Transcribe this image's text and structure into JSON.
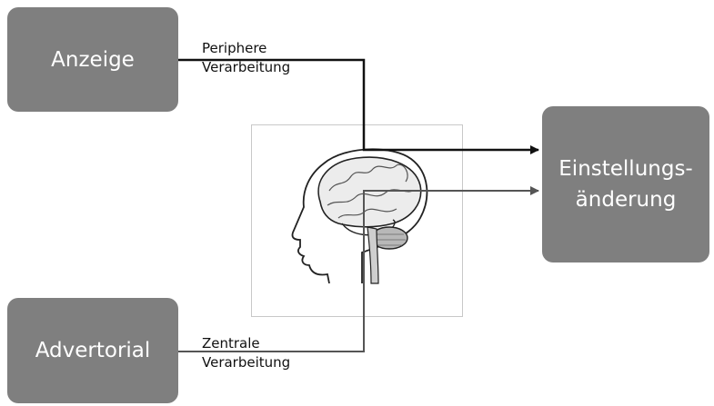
{
  "nodes": {
    "anzeige": "Anzeige",
    "advertorial": "Advertorial",
    "result_line1": "Einstellungs-",
    "result_line2": "änderung"
  },
  "edges": {
    "peripheral_line1": "Periphere",
    "peripheral_line2": "Verarbeitung",
    "central_line1": "Zentrale",
    "central_line2": "Verarbeitung"
  },
  "illustration": {
    "icon": "brain-head-profile-icon"
  },
  "colors": {
    "box_fill": "#7f7f7f",
    "box_text": "#ffffff",
    "arrow": "#111111",
    "frame_border": "#c8c8c8"
  }
}
